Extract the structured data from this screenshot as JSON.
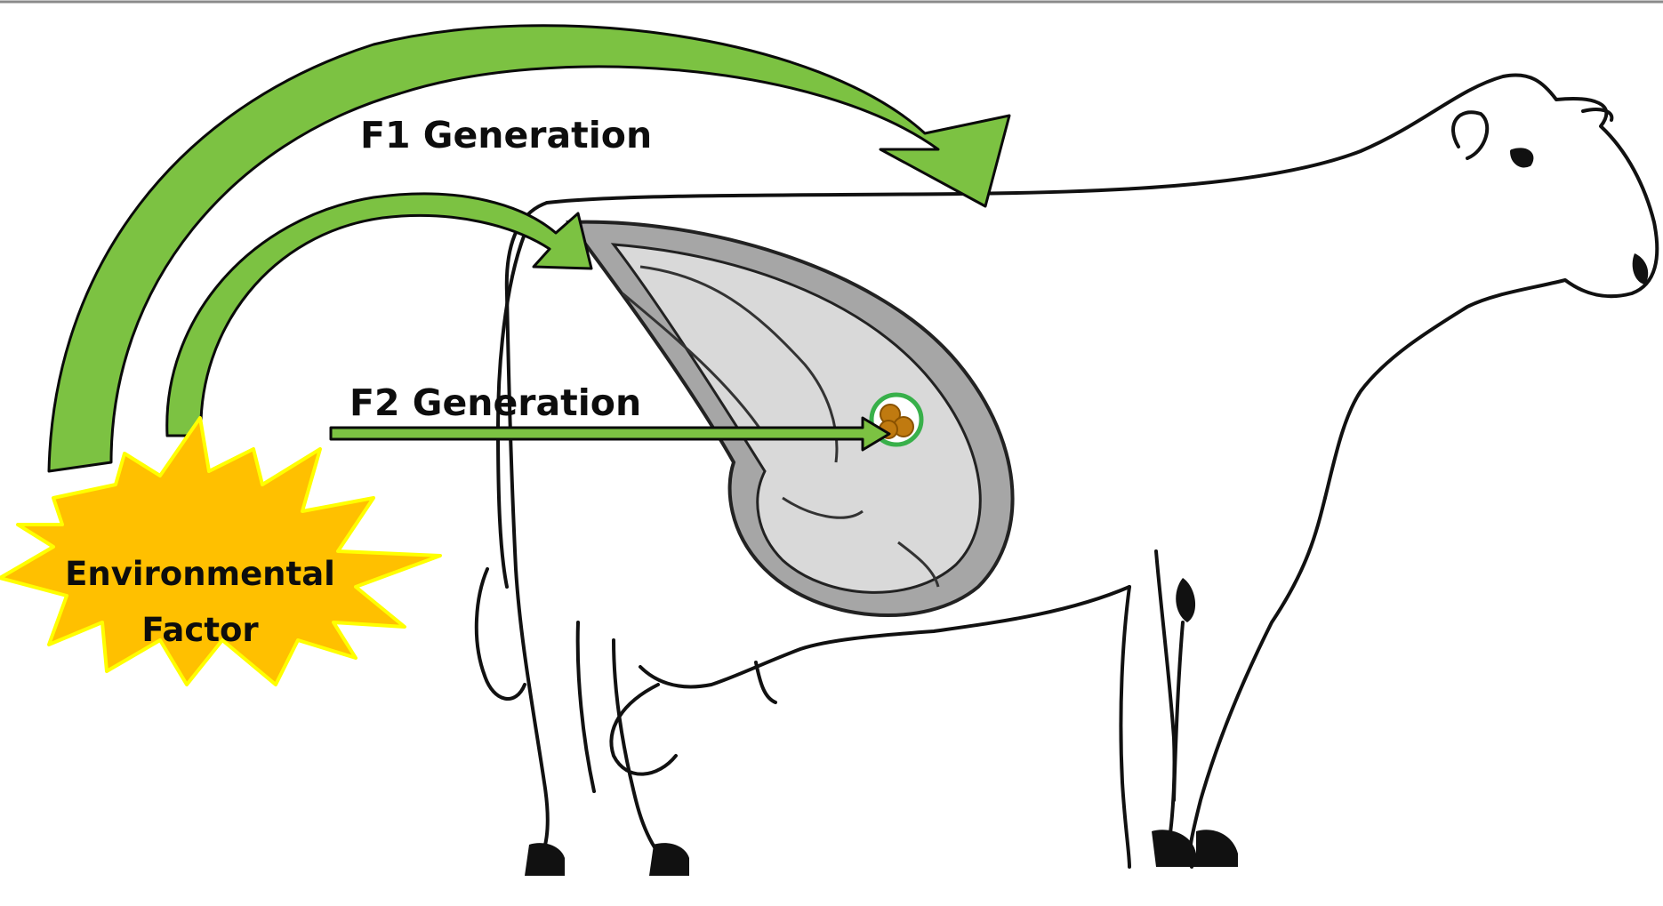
{
  "labels": {
    "f1_generation": "F1 Generation",
    "f2_generation": "F2 Generation",
    "environmental_factor_line1": "Environmental",
    "environmental_factor_line2": "Factor"
  },
  "colors": {
    "arrow_fill": "#7cc242",
    "arrow_outline": "#0a0a0a",
    "starburst_fill": "#ffc000",
    "starburst_outline": "#ffff00",
    "uterus_outer": "#a6a6a6",
    "uterus_inner": "#d9d9d9",
    "embryo": "#c07a10",
    "embryo_ring": "#38b04a"
  }
}
